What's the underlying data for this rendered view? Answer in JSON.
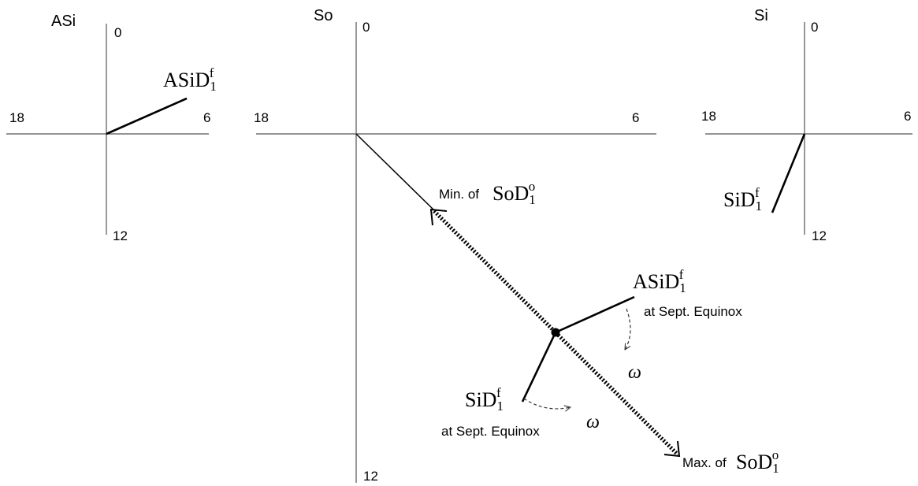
{
  "diagrams": {
    "left": {
      "title": "ASi",
      "tick_top": "0",
      "tick_right": "6",
      "tick_bottom": "12",
      "tick_left": "18",
      "vector_label": {
        "main": "ASiD",
        "sub": "1",
        "sup": "f"
      }
    },
    "center": {
      "title": "So",
      "tick_top": "0",
      "tick_right": "6",
      "tick_bottom": "12",
      "tick_left": "18",
      "min_label": {
        "prefix": "Min. of",
        "main": "SoD",
        "sub": "1",
        "sup": "o"
      },
      "max_label": {
        "prefix": "Max. of",
        "main": "SoD",
        "sub": "1",
        "sup": "o"
      },
      "asi_label": {
        "main": "ASiD",
        "sub": "1",
        "sup": "f",
        "note": "at Sept. Equinox"
      },
      "si_label": {
        "main": "SiD",
        "sub": "1",
        "sup": "f",
        "note": "at Sept. Equinox"
      },
      "omega_right": "ω",
      "omega_bottom": "ω"
    },
    "right": {
      "title": "Si",
      "tick_top": "0",
      "tick_right": "6",
      "tick_bottom": "12",
      "tick_left": "18",
      "vector_label": {
        "main": "SiD",
        "sub": "1",
        "sup": "f"
      }
    }
  }
}
